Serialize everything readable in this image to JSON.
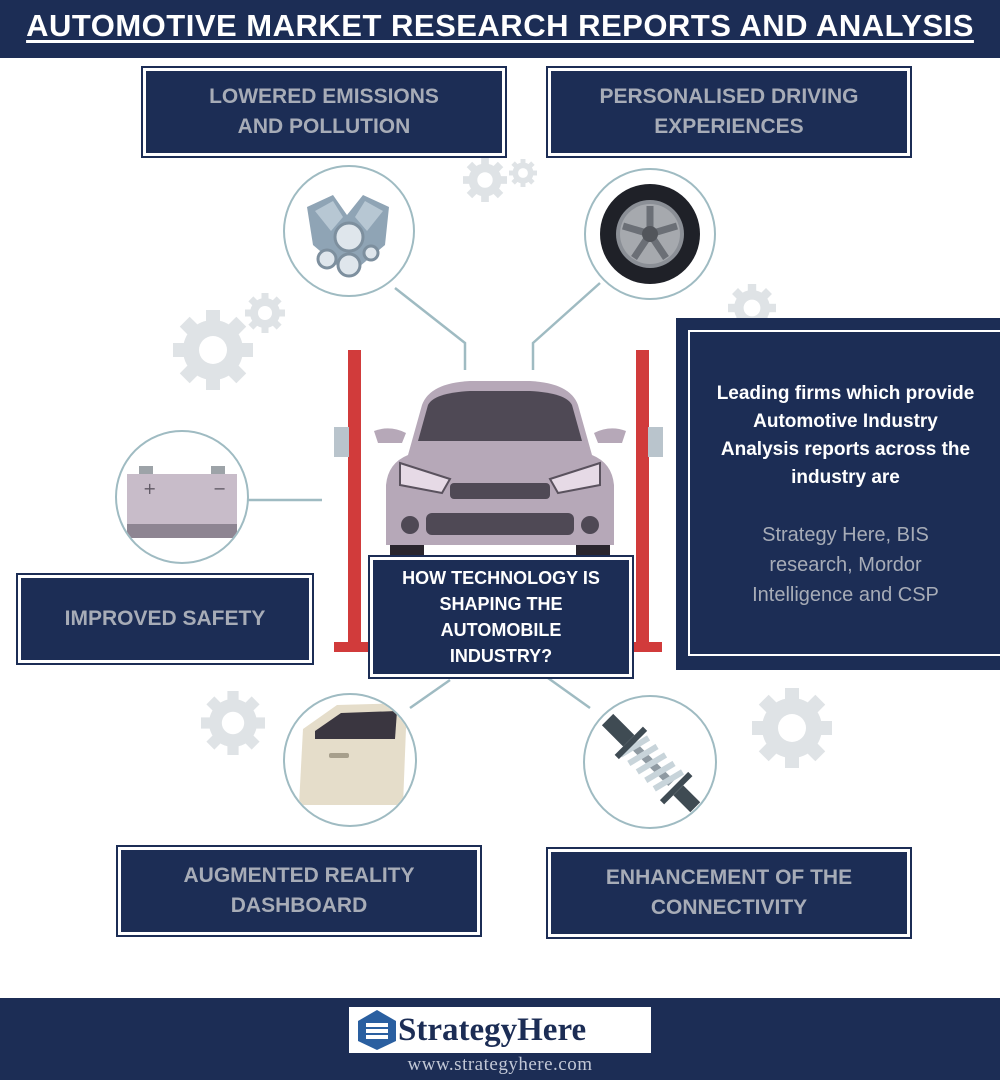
{
  "header": {
    "title": "AUTOMOTIVE MARKET RESEARCH REPORTS AND ANALYSIS"
  },
  "features": {
    "emissions": "LOWERED EMISSIONS\nAND POLLUTION",
    "driving": "PERSONALISED DRIVING\nEXPERIENCES",
    "safety": "IMPROVED SAFETY",
    "ar_dashboard": "AUGMENTED REALITY\nDASHBOARD",
    "connectivity": "ENHANCEMENT OF THE\nCONNECTIVITY"
  },
  "center": {
    "question": "HOW TECHNOLOGY IS\nSHAPING THE\nAUTOMOBILE\nINDUSTRY?"
  },
  "info": {
    "lead": "Leading firms which provide\nAutomotive Industry\nAnalysis reports across the\nindustry are",
    "firms": "Strategy Here, BIS\nresearch, Mordor\nIntelligence and CSP"
  },
  "footer": {
    "brand": "StrategyHere",
    "url": "www.strategyhere.com"
  },
  "colors": {
    "navy": "#1c2d55",
    "text_grey": "#a7acb7",
    "connector": "#9fbbc2",
    "lift_red": "#d13b3b",
    "car": "#b6a8b8"
  }
}
